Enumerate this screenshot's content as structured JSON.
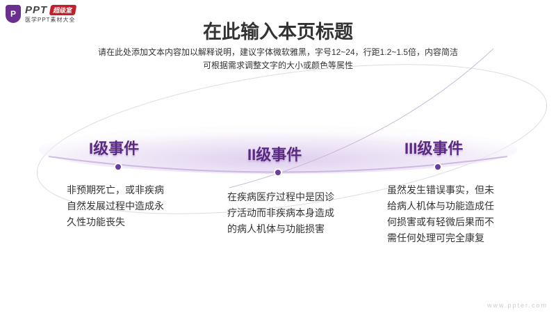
{
  "logo": {
    "mark": "P",
    "brand": "PPT",
    "badge": "超级室",
    "tagline": "医学PPT素材大全"
  },
  "header": {
    "title": "在此输入本页标题",
    "subtitle_line1": "请在此处添加文本内容加以解释说明，建议字体微软雅黑，字号12~24，行距1.2~1.5倍，内容简洁",
    "subtitle_line2": "可根据需求调整文字的大小或颜色等属性"
  },
  "events": [
    {
      "label": "I级事件",
      "description": "非预期死亡，或非疾病自然发展过程中造成永久性功能丧失"
    },
    {
      "label": "II级事件",
      "description": "在疾病医疗过程中是因诊疗活动而非疾病本身造成的病人机体与功能损害"
    },
    {
      "label": "III级事件",
      "description": "虽然发生错误事实，但未给病人机体与功能造成任何损害或有轻微后果而不需任何处理可完全康复"
    }
  ],
  "watermark": "www.ppter.com",
  "colors": {
    "accent": "#5a2a82",
    "dot": "#6b3d9a"
  }
}
